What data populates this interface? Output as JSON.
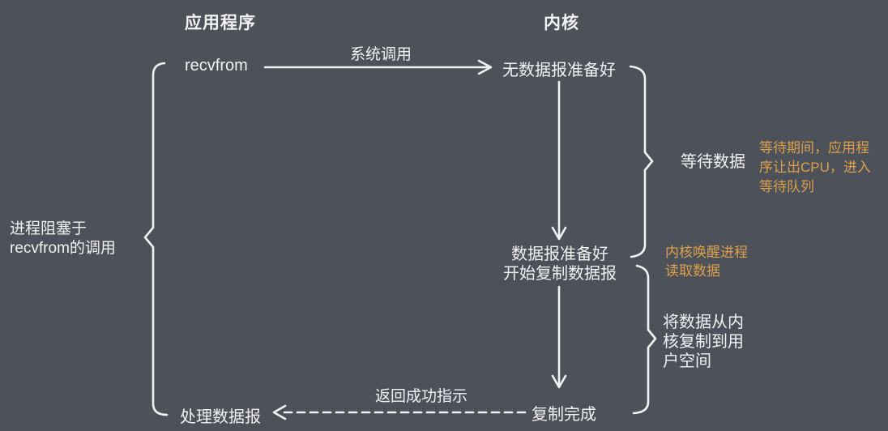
{
  "colors": {
    "background": "#4c515a",
    "text": "#f2f2f2",
    "accent_orange": "#dca04b"
  },
  "headers": {
    "application": "应用程序",
    "kernel": "内核"
  },
  "nodes": {
    "recvfrom": "recvfrom",
    "no_datagram_ready": "无数据报准备好",
    "datagram_ready_line1": "数据报准备好",
    "datagram_ready_line2": "开始复制数据报",
    "copy_complete": "复制完成",
    "process_datagram": "处理数据报"
  },
  "edges": {
    "system_call_label": "系统调用",
    "return_success_label": "返回成功指示"
  },
  "annotations": {
    "process_blocked_line1": "进程阻塞于",
    "process_blocked_line2": "recvfrom的调用",
    "wait_data": "等待数据",
    "wait_note_line1": "等待期间，应用程",
    "wait_note_line2": "序让出CPU，进入",
    "wait_note_line3": "等待队列",
    "wake_note_line1": "内核唤醒进程",
    "wake_note_line2": "读取数据",
    "copy_note_line1": "将数据从内",
    "copy_note_line2": "核复制到用",
    "copy_note_line3": "户空间"
  }
}
